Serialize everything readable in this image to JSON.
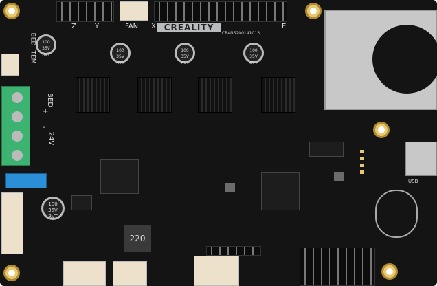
{
  "board": {
    "brand": "CREALITY",
    "model_code": "CR4NS200141C13",
    "silkscreen": {
      "z": "Z",
      "y": "Y",
      "fan": "FAN",
      "x": "X",
      "e": "E",
      "bed": "BED",
      "tem": "TEM",
      "bed_power": "BED",
      "v24": "24V",
      "usb": "USB",
      "plus": "+",
      "minus": "-"
    },
    "capacitor_label": "100\n35V\nRVT",
    "inductor_label": "220",
    "colors": {
      "pcb": "#141414",
      "terminal": "#3cb371",
      "fuse": "#2a8fd6",
      "gold": "#e8c870",
      "sd_slot": "#c8c8c8"
    }
  }
}
